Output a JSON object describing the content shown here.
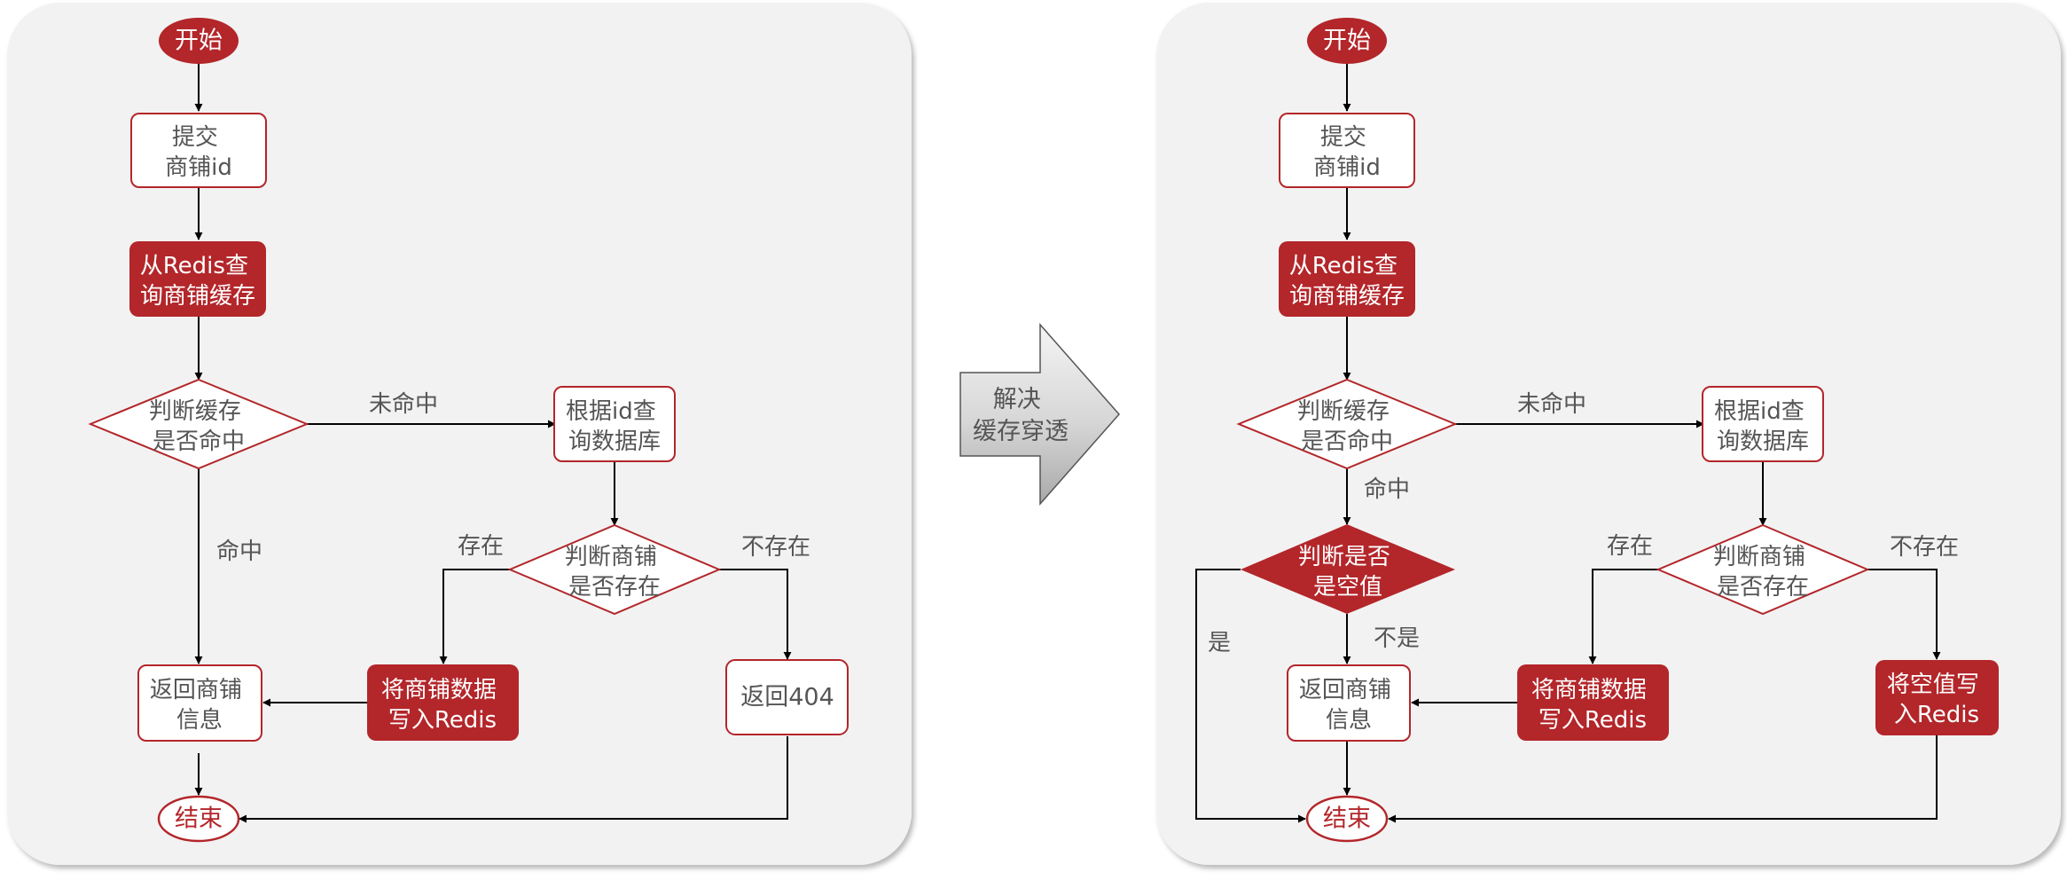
{
  "colors": {
    "accent": "#b3262a",
    "panel": "#f2f2f2",
    "edge": "#000000",
    "text": "#555555"
  },
  "arrow_label": [
    "解决",
    "缓存穿透"
  ],
  "left": {
    "start": "开始",
    "submit": [
      "提交",
      "商铺id"
    ],
    "query_redis": [
      "从Redis查",
      "询商铺缓存"
    ],
    "judge_hit": [
      "判断缓存",
      "是否命中"
    ],
    "miss_label": "未命中",
    "query_db": [
      "根据id查",
      "询数据库"
    ],
    "hit_label": "命中",
    "exists_label": "存在",
    "not_exists_label": "不存在",
    "judge_exists": [
      "判断商铺",
      "是否存在"
    ],
    "return_info": [
      "返回商铺",
      "信息"
    ],
    "write_redis": [
      "将商铺数据",
      "写入Redis"
    ],
    "return_404": "返回404",
    "end": "结束"
  },
  "right": {
    "start": "开始",
    "submit": [
      "提交",
      "商铺id"
    ],
    "query_redis": [
      "从Redis查",
      "询商铺缓存"
    ],
    "judge_hit": [
      "判断缓存",
      "是否命中"
    ],
    "miss_label": "未命中",
    "query_db": [
      "根据id查",
      "询数据库"
    ],
    "hit_label": "命中",
    "judge_null": [
      "判断是否",
      "是空值"
    ],
    "yes_label": "是",
    "no_label": "不是",
    "exists_label": "存在",
    "not_exists_label": "不存在",
    "judge_exists": [
      "判断商铺",
      "是否存在"
    ],
    "return_info": [
      "返回商铺",
      "信息"
    ],
    "write_redis": [
      "将商铺数据",
      "写入Redis"
    ],
    "write_null": [
      "将空值写",
      "入Redis"
    ],
    "end": "结束"
  }
}
